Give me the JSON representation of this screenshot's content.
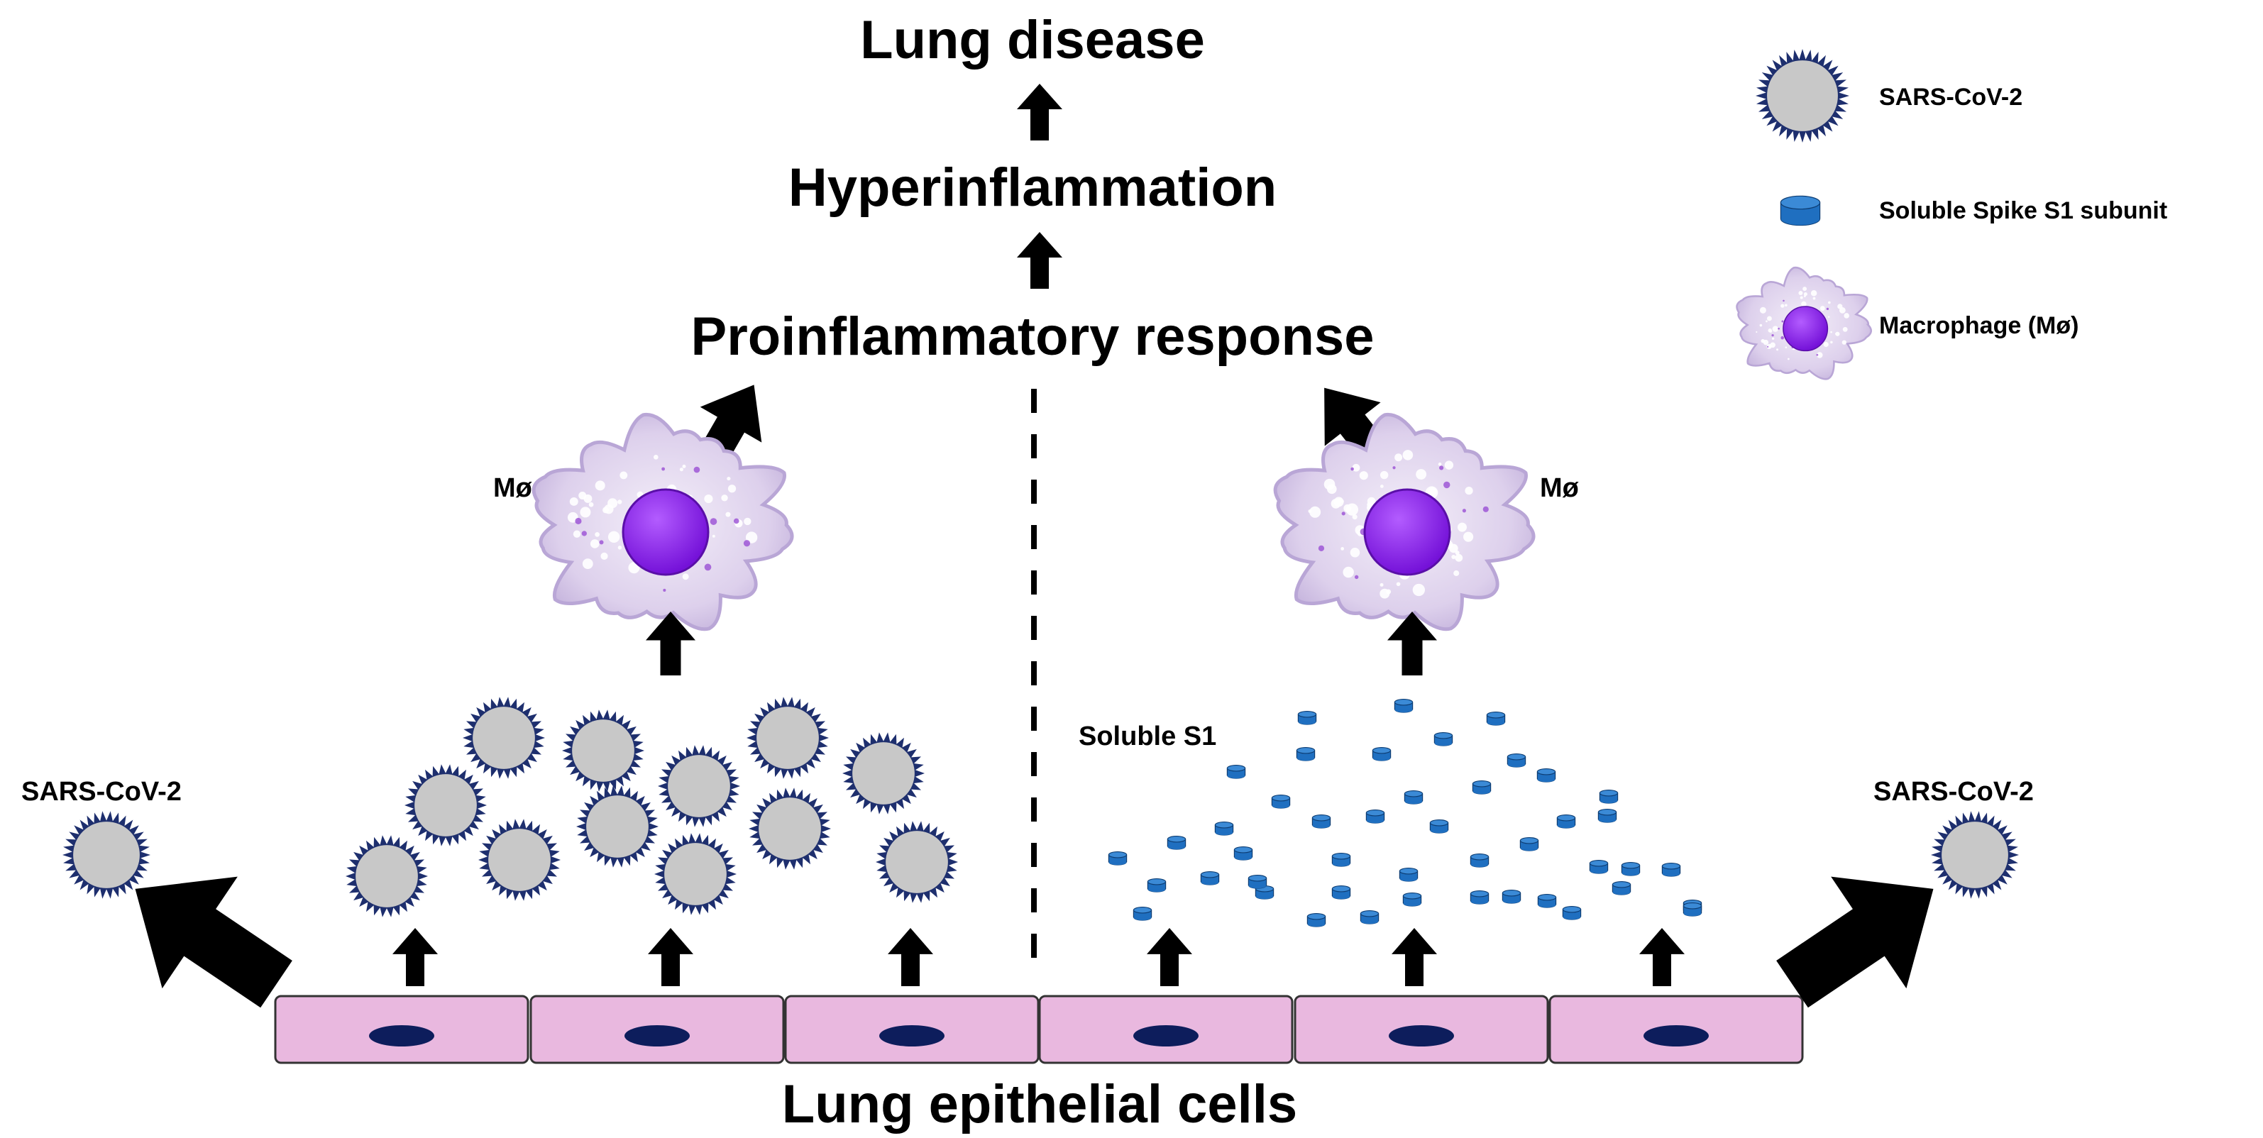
{
  "titles": {
    "lung_disease": "Lung disease",
    "hyperinflammation": "Hyperinflammation",
    "proinflammatory": "Proinflammatory response",
    "epithelial": "Lung epithelial cells"
  },
  "labels": {
    "macrophage_left": "Mø",
    "macrophage_right": "Mø",
    "soluble_s1": "Soluble S1",
    "sars_left": "SARS-CoV-2",
    "sars_right": "SARS-CoV-2"
  },
  "legend": [
    {
      "label": "SARS-CoV-2",
      "icon": "virus-icon"
    },
    {
      "label": "Soluble Spike S1 subunit",
      "icon": "cylinder-icon"
    },
    {
      "label": "Macrophage (Mø)",
      "icon": "macrophage-icon"
    }
  ],
  "colors": {
    "virus_fill": "#c8c8c8",
    "virus_spikes": "#1e2f6e",
    "cylinder": "#1f6fc0",
    "cell_fill": "#e9b8df",
    "nucleus": "#0d1d5c",
    "macrophage_body": "#d9cce9",
    "macrophage_nucleus": "#8a1fe6"
  }
}
